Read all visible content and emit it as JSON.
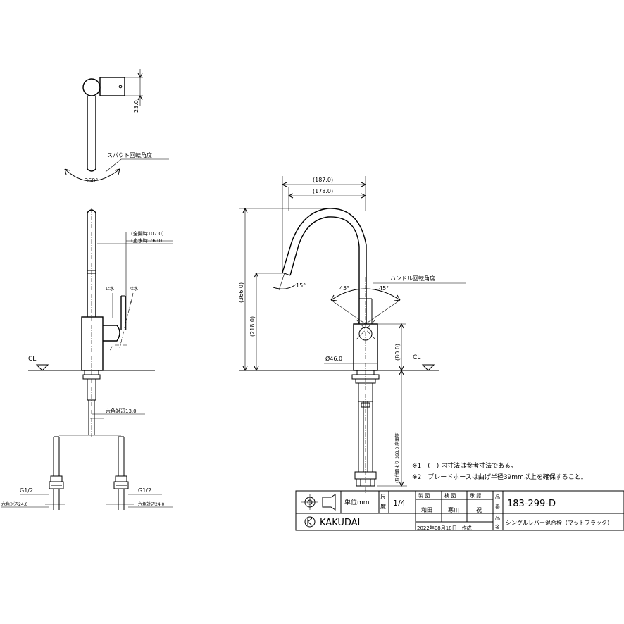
{
  "top_view": {
    "dim_23": "23.0",
    "rotation_label": "スパウト回転角度",
    "rotation_value": "360°"
  },
  "side_view": {
    "dim_total_travel": "(全開時107.0)",
    "dim_stop_travel": "(止水時 76.0)",
    "label_stop": "止水",
    "label_open": "吐水",
    "cl_label": "CL",
    "hex_13": "六角対辺13.0",
    "g_left": "G1/2",
    "hex_left": "六角対辺24.0",
    "g_right": "G1/2",
    "hex_right": "六角対辺24.0"
  },
  "front_view": {
    "dim_187": "(187.0)",
    "dim_178": "(178.0)",
    "dim_366": "(366.0)",
    "dim_218": "(218.0)",
    "angle_15": "15°",
    "handle_label": "ハンドル回転角度",
    "angle_45_left": "45°",
    "angle_45_right": "45°",
    "dim_46": "Ø46.0",
    "dim_80": "(80.0)",
    "cl_label": "CL",
    "dim_368": "(取付面より 368.0 座面等)"
  },
  "notes": {
    "note1": "※1　(　) 内寸法は参考寸法である。",
    "note2": "※2　ブレードホースは曲げ半径39mm以上を確保すること。"
  },
  "title_block": {
    "unit": "単位mm",
    "scale_label": "尺度",
    "scale_value": "1/4",
    "col_make": "製 図",
    "col_check": "検 図",
    "col_approve": "承 認",
    "maker": "和田",
    "checker": "寒川",
    "approver": "祝",
    "hin": "品",
    "ban": "番",
    "mei": "名",
    "product_no": "183-299-D",
    "brand": "KAKUDAI",
    "date": "2022年08月18日　作成",
    "product_name": "シングルレバー混合栓（マットブラック）"
  }
}
